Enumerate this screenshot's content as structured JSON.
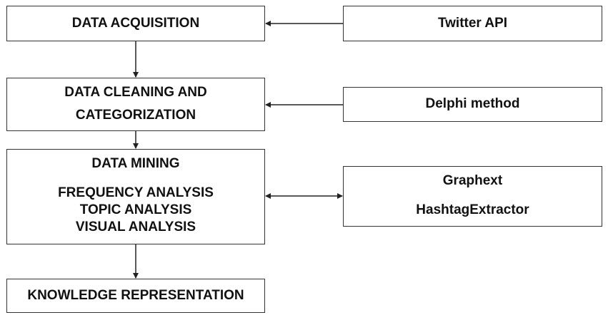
{
  "nodes": {
    "acquisition": {
      "label": "DATA ACQUISITION"
    },
    "cleaning": {
      "lines": [
        "DATA CLEANING AND",
        "CATEGORIZATION"
      ]
    },
    "mining": {
      "title": "DATA MINING",
      "items": [
        "FREQUENCY ANALYSIS",
        "TOPIC ANALYSIS",
        "VISUAL ANALYSIS"
      ]
    },
    "representation": {
      "label": "KNOWLEDGE REPRESENTATION"
    },
    "twitter": {
      "label": "Twitter API"
    },
    "delphi": {
      "label": "Delphi method"
    },
    "tools": {
      "lines": [
        "Graphext",
        "HashtagExtractor"
      ]
    }
  },
  "edges": [
    {
      "from": "twitter",
      "to": "acquisition",
      "direction": "single"
    },
    {
      "from": "acquisition",
      "to": "cleaning",
      "direction": "single"
    },
    {
      "from": "delphi",
      "to": "cleaning",
      "direction": "single"
    },
    {
      "from": "cleaning",
      "to": "mining",
      "direction": "single"
    },
    {
      "from": "mining",
      "to": "tools",
      "direction": "bidirectional"
    },
    {
      "from": "mining",
      "to": "representation",
      "direction": "single"
    }
  ],
  "colors": {
    "box_border": "#333333",
    "text": "#111111",
    "arrow": "#222222",
    "background": "#ffffff"
  }
}
